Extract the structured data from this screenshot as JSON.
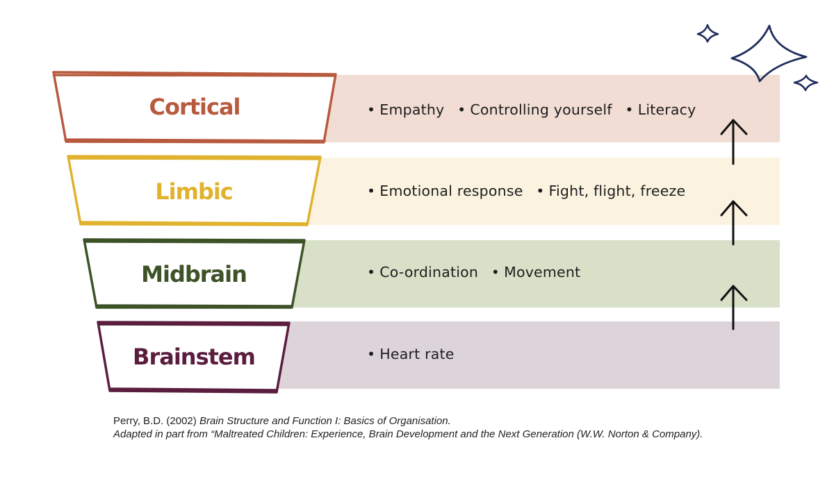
{
  "levels": [
    {
      "label": "Cortical",
      "color": "#b85a3e",
      "band_color": "#f1ddd4",
      "items": [
        "Empathy",
        "Controlling yourself",
        "Literacy"
      ]
    },
    {
      "label": "Limbic",
      "color": "#e0b22e",
      "band_color": "#fbf3e0",
      "items": [
        "Emotional response",
        "Fight, flight, freeze"
      ]
    },
    {
      "label": "Midbrain",
      "color": "#3e5228",
      "band_color": "#d9e0c8",
      "items": [
        "Co-ordination",
        "Movement"
      ]
    },
    {
      "label": "Brainstem",
      "color": "#5a1d3e",
      "band_color": "#ddd4da",
      "items": [
        "Heart rate"
      ]
    }
  ],
  "citation": {
    "line1_plain": "Perry, B.D. (2002) ",
    "line1_italic": "Brain Structure and Function I: Basics of Organisation.",
    "line2_italic": "Adapted in part from “Maltreated Children: Experience, Brain Development and the Next Generation (W.W. Norton & Company)."
  },
  "arrow_icon": "up-arrow-icon",
  "sparkle_icon": "sparkle-icon",
  "sparkle_color": "#1f2d5c"
}
